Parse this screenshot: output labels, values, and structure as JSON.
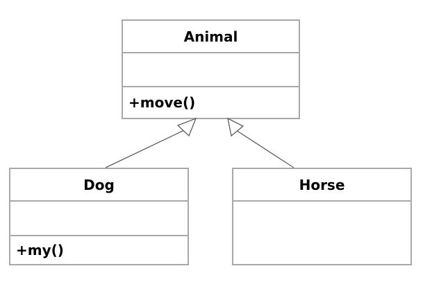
{
  "diagram": {
    "type": "uml-class-diagram",
    "classes": [
      {
        "name": "Animal",
        "attributes": [],
        "operations": [
          "+move()"
        ]
      },
      {
        "name": "Dog",
        "attributes": [],
        "operations": [
          "+my()"
        ]
      },
      {
        "name": "Horse",
        "attributes": [],
        "operations": []
      }
    ],
    "relationships": [
      {
        "type": "generalization",
        "from": "Dog",
        "to": "Animal"
      },
      {
        "type": "generalization",
        "from": "Horse",
        "to": "Animal"
      }
    ],
    "colors": {
      "box_border": "#a8a8a8",
      "arrow_line": "#5c5c5c",
      "text": "#000000",
      "background": "#ffffff"
    }
  }
}
